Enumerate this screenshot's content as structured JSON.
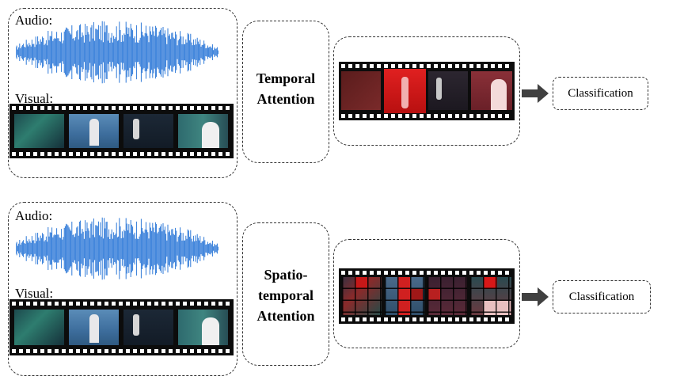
{
  "rows": [
    {
      "audio_label": "Audio:",
      "visual_label": "Visual:",
      "attention_lines": [
        "Temporal",
        "Attention"
      ],
      "classification": "Classification"
    },
    {
      "audio_label": "Audio:",
      "visual_label": "Visual:",
      "attention_lines": [
        "Spatio-",
        "temporal",
        "Attention"
      ],
      "classification": "Classification"
    }
  ],
  "colors": {
    "waveform": "#2f7ad8",
    "filmstrip": "#0c0c0c",
    "attention_red": "#d01010",
    "arrow": "#404040"
  },
  "icons": [
    "audio-waveform-icon",
    "filmstrip-icon",
    "right-arrow-icon"
  ]
}
